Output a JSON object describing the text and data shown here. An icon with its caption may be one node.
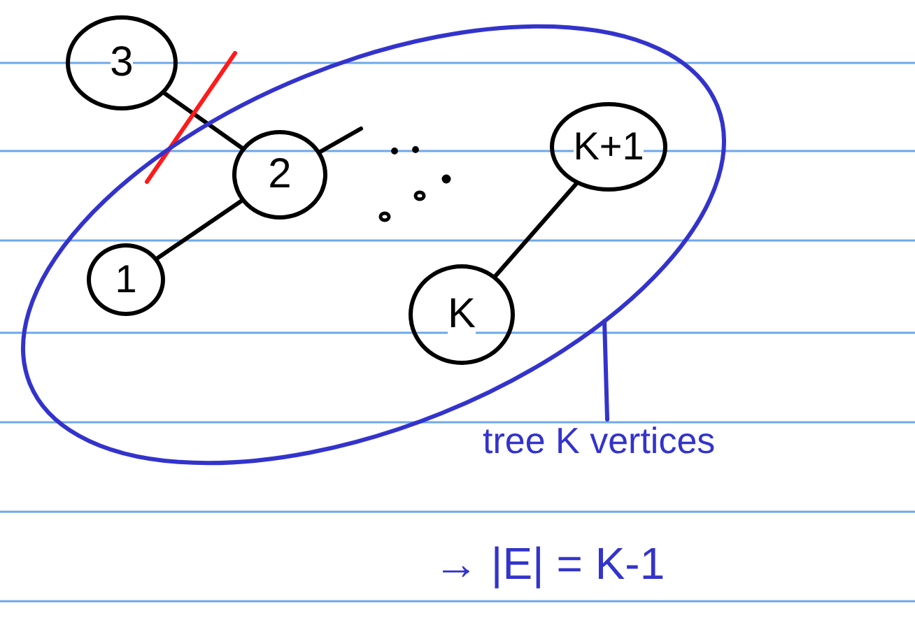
{
  "diagram": {
    "nodes": [
      {
        "text": [
          "3"
        ]
      },
      {
        "text": [],
        "shape": "circle"
      },
      {
        "text": [
          "2"
        ],
        "in": 1
      },
      {
        "text": [
          "1"
        ],
        "in": 1
      },
      {
        "text": [
          "K+1"
        ],
        "in": 1
      },
      {
        "text": [
          "K"
        ],
        "in": 1
      },
      {
        "text": [
          "tree K vertices"
        ]
      }
    ],
    "edges": [
      {
        "from": 0,
        "to": 2,
        "arrow": "none"
      },
      {
        "from": 2,
        "to": 3,
        "arrow": "none"
      },
      {
        "from": 2,
        "to": null,
        "arrow": "none"
      },
      {
        "from": 4,
        "to": 5,
        "arrow": "none"
      },
      {
        "from": 6,
        "to": 1,
        "arrow": "none",
        "color": "#3333cc"
      }
    ],
    "labels": [
      "→ |E| = K-1"
    ]
  }
}
